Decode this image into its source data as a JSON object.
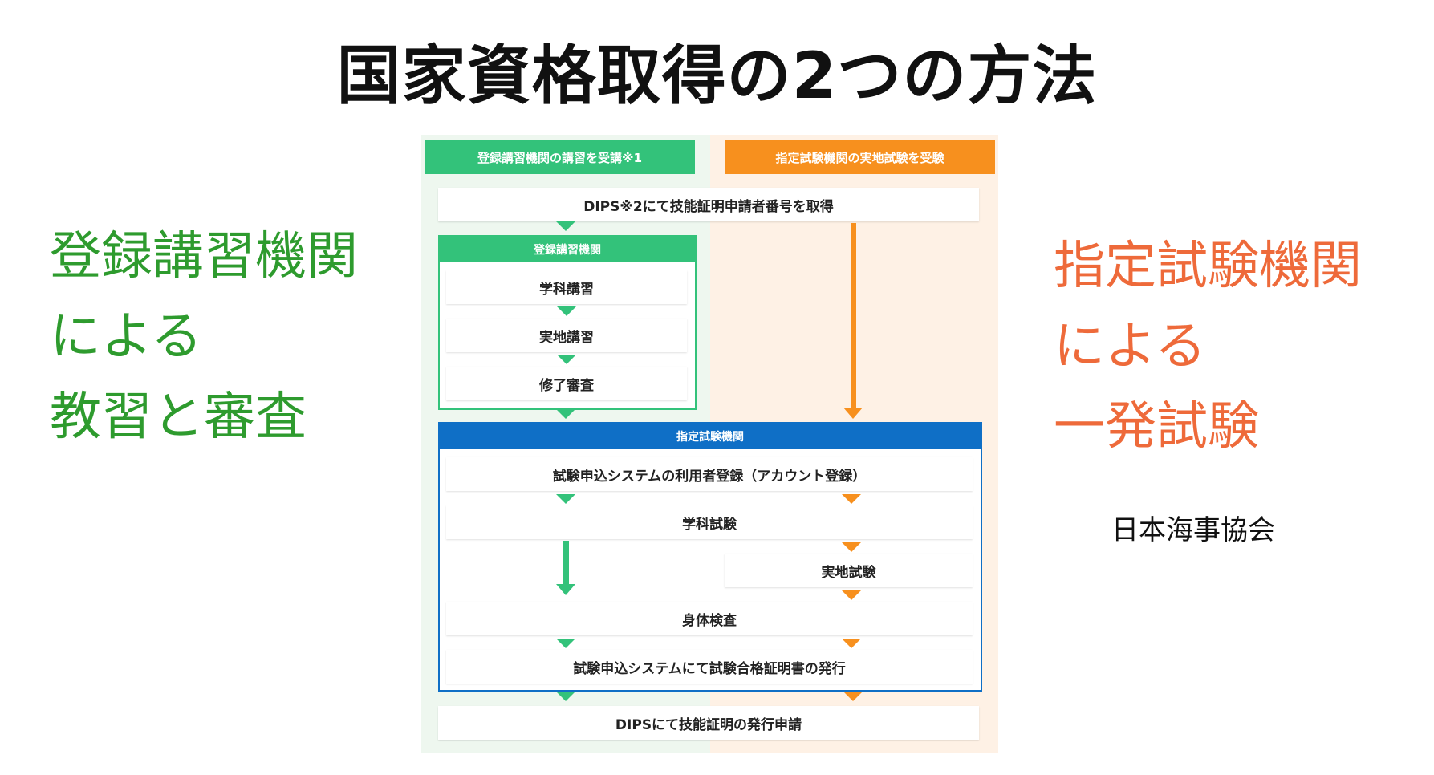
{
  "title": "国家資格取得の2つの方法",
  "left_text": {
    "line1": "登録講習機関",
    "line2": "による",
    "line3": "教習と審査"
  },
  "right_text": {
    "line1": "指定試験機関",
    "line2": "による",
    "line3": "一発試験"
  },
  "organization": "日本海事協会",
  "colors": {
    "green": "#33c27a",
    "orange": "#f7901e",
    "blue": "#0f6fc6",
    "left_text": "#2e9b2e",
    "right_text": "#ee6a3a"
  },
  "flow": {
    "header_green": "登録講習機関の講習を受講※1",
    "header_orange": "指定試験機関の実地試験を受験",
    "step_dips_register": "DIPS※2にて技能証明申請者番号を取得",
    "green_panel": {
      "title": "登録講習機関",
      "step1": "学科講習",
      "step2": "実地講習",
      "step3": "修了審査"
    },
    "blue_panel": {
      "title": "指定試験機関",
      "step1": "試験申込システムの利用者登録（アカウント登録）",
      "step2": "学科試験",
      "step3": "実地試験",
      "step4": "身体検査",
      "step5": "試験申込システムにて試験合格証明書の発行"
    },
    "step_final": "DIPSにて技能証明の発行申請"
  }
}
